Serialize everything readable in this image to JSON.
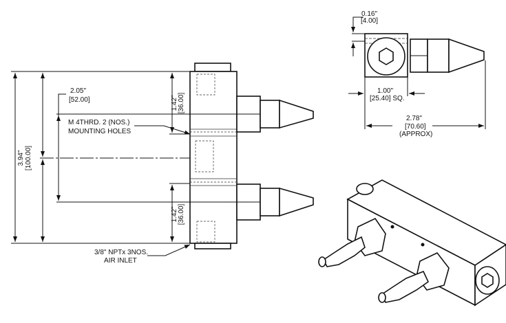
{
  "front_view": {
    "overall_height": {
      "in": "3.94\"",
      "mm": "[100.00]"
    },
    "hole_spacing": {
      "in": "2.05\"",
      "mm": "[52.00]"
    },
    "top_offset": {
      "in": "1.42\"",
      "mm": "[36.00]"
    },
    "bottom_offset": {
      "in": "1.42\"",
      "mm": "[36.00]"
    },
    "mounting_note": [
      "M 4THRD. 2 (NOS.)",
      "MOUNTING HOLES"
    ],
    "inlet_note": [
      "3/8\" NPTx 3NOS.",
      "AIR INLET"
    ]
  },
  "side_view": {
    "offset": {
      "in": "0.16\"",
      "mm": "[4.00]"
    },
    "square": {
      "in": "1.00\"",
      "mm": "[25.40] SQ."
    },
    "length": {
      "in": "2.78\"",
      "mm": "[70.60]",
      "note": "(APPROX)"
    }
  }
}
